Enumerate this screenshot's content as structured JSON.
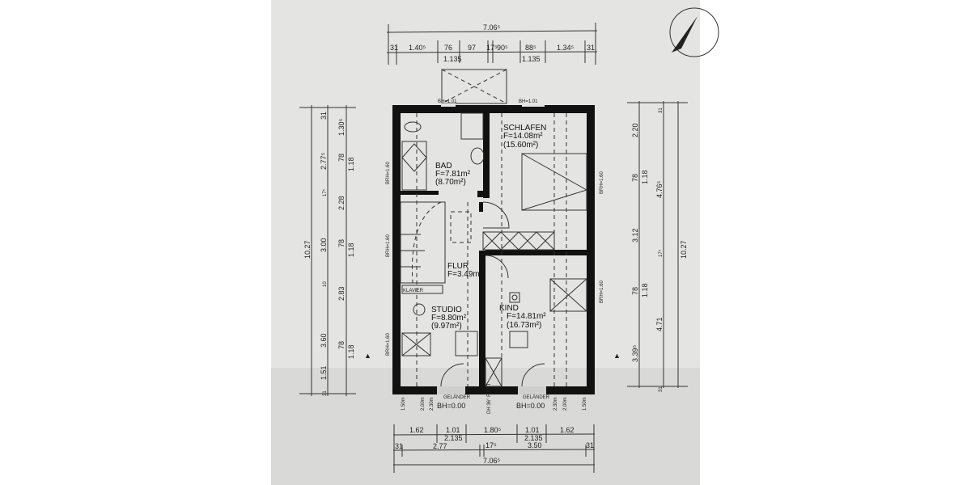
{
  "top_dims": {
    "overall": "7.06⁵",
    "segments": [
      "31",
      "1.40⁵",
      "76",
      "97",
      "17⁵",
      "90⁵",
      "88⁵",
      "1.34⁵",
      "31"
    ],
    "sub": [
      "1.135",
      "1.135"
    ],
    "window_labels": [
      "BH=1.01",
      "BH=1.01"
    ]
  },
  "left_dims": {
    "overall": "10.27",
    "outer": [
      "31",
      "2.77⁵",
      "17⁵",
      "3.00",
      "10",
      "3.60",
      "1.51",
      "31"
    ],
    "inner": [
      "1.30⁵",
      "78",
      "1.18",
      "2.28",
      "78",
      "1.18",
      "2.83",
      "78",
      "1.18"
    ],
    "wall_labels": [
      "BRH=1.60",
      "BRH=1.60",
      "BRH=1.60"
    ]
  },
  "right_dims": {
    "overall": "10.27",
    "inner": [
      "2.20",
      "78",
      "1.18",
      "3.12",
      "78",
      "1.18",
      "3.39⁵"
    ],
    "outer": [
      "31",
      "4.76⁵",
      "17⁵",
      "4.71",
      "31"
    ],
    "wall_labels": [
      "BRH=1.60",
      "BRH=1.60"
    ]
  },
  "bottom_dims": {
    "row1": [
      "1.62",
      "1.01",
      "1.80⁵",
      "1.01",
      "1.62"
    ],
    "sub": [
      "2.135",
      "2.135"
    ],
    "row2": [
      "31",
      "2.77",
      "17⁵",
      "3.50",
      "31"
    ],
    "overall": "7.06⁵",
    "door_labels": [
      "GELÄNDER",
      "BH=0.00",
      "GELÄNDER",
      "BH=0.00"
    ],
    "heights": [
      "1.50m",
      "2.00m",
      "2.30m",
      "DH 36° FIRST",
      "2.30m",
      "2.00m",
      "1.50m"
    ]
  },
  "rooms": [
    {
      "name": "BAD",
      "area": "F=7.81m²",
      "gross": "(8.70m²)"
    },
    {
      "name": "SCHLAFEN",
      "area": "F=14.08m²",
      "gross": "(15.60m²)"
    },
    {
      "name": "FLUR",
      "area": "F=3.49m²",
      "gross": ""
    },
    {
      "name": "STUDIO",
      "area": "F=8.80m²",
      "gross": "(9.97m²)"
    },
    {
      "name": "KIND",
      "area": "F=14.81m²",
      "gross": "(16.73m²)"
    }
  ],
  "furniture_labels": {
    "klavier": "KLAVIER"
  }
}
